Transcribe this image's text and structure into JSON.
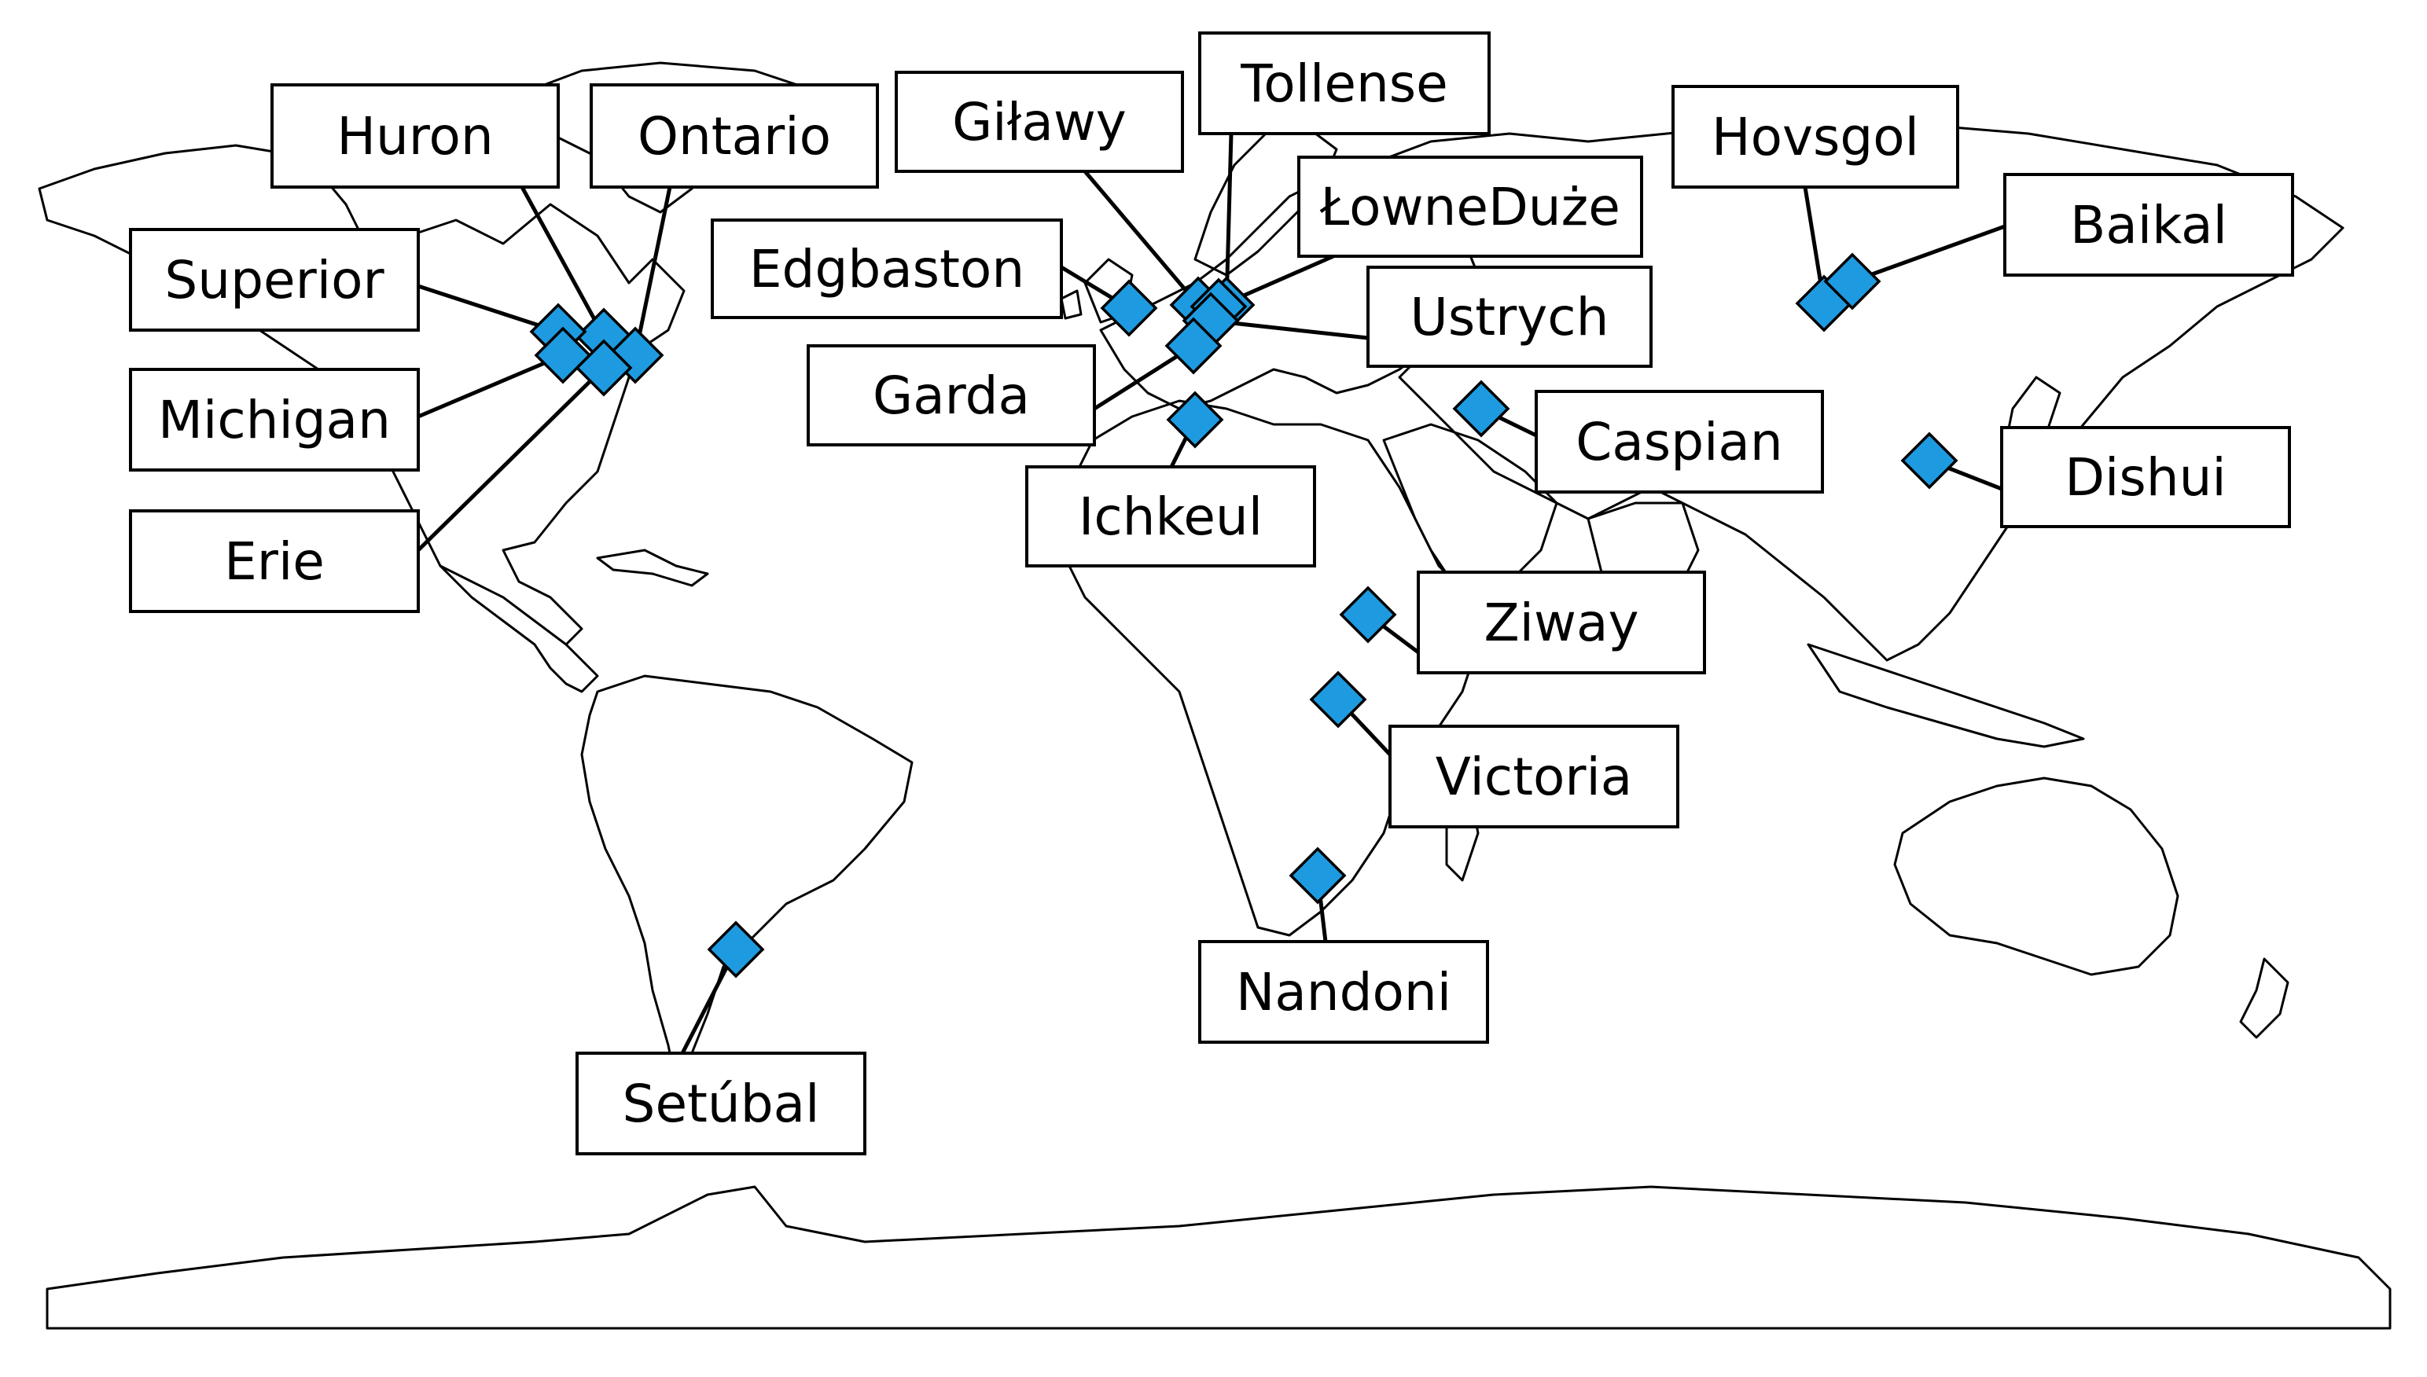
{
  "map": {
    "projection": "world outline",
    "marker_shape": "diamond",
    "marker_color": "#1E9BE0",
    "lakes": [
      {
        "id": "huron",
        "name": "Huron"
      },
      {
        "id": "ontario",
        "name": "Ontario"
      },
      {
        "id": "superior",
        "name": "Superior"
      },
      {
        "id": "michigan",
        "name": "Michigan"
      },
      {
        "id": "erie",
        "name": "Erie"
      },
      {
        "id": "gilawy",
        "name": "Giławy"
      },
      {
        "id": "tollense",
        "name": "Tollense"
      },
      {
        "id": "lowneduze",
        "name": "ŁowneDuże"
      },
      {
        "id": "edgbaston",
        "name": "Edgbaston"
      },
      {
        "id": "ustrych",
        "name": "Ustrych"
      },
      {
        "id": "garda",
        "name": "Garda"
      },
      {
        "id": "ichkeul",
        "name": "Ichkeul"
      },
      {
        "id": "caspian",
        "name": "Caspian"
      },
      {
        "id": "hovsgol",
        "name": "Hovsgol"
      },
      {
        "id": "baikal",
        "name": "Baikal"
      },
      {
        "id": "dishui",
        "name": "Dishui"
      },
      {
        "id": "ziway",
        "name": "Ziway"
      },
      {
        "id": "victoria",
        "name": "Victoria"
      },
      {
        "id": "nandoni",
        "name": "Nandoni"
      },
      {
        "id": "setubal",
        "name": "Setúbal"
      }
    ]
  }
}
